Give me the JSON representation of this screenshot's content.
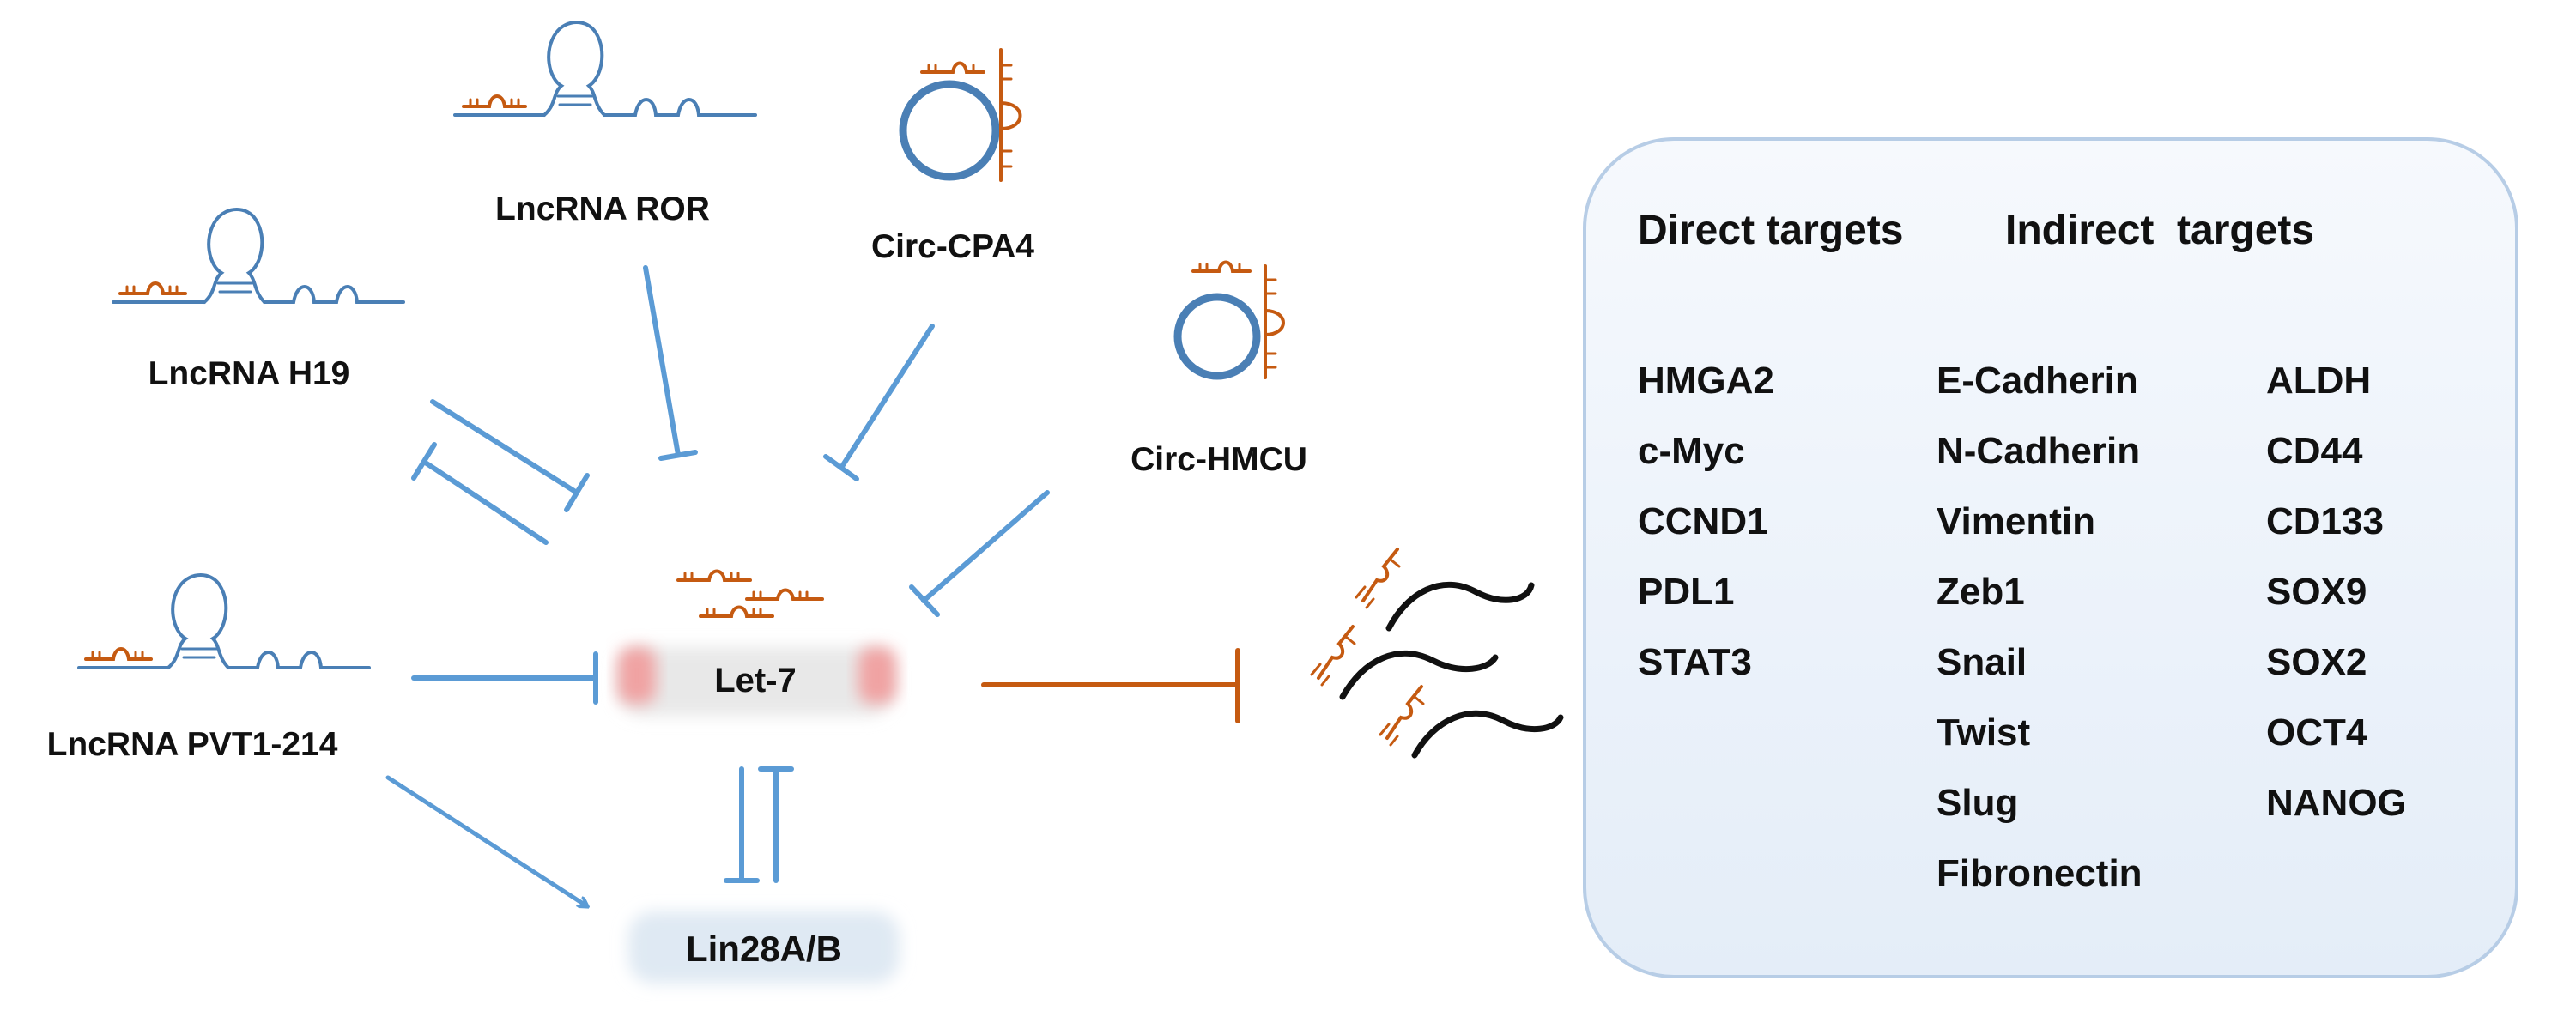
{
  "nodes": {
    "h19": "LncRNA H19",
    "ror": "LncRNA ROR",
    "cpa4": "Circ-CPA4",
    "hmcu": "Circ-HMCU",
    "pvt1": "LncRNA PVT1-214",
    "let7": "Let-7",
    "lin28": "Lin28A/B"
  },
  "targets": {
    "direct_header": "Direct targets",
    "indirect_header": "Indirect  targets",
    "direct": [
      "HMGA2",
      "c-Myc",
      "CCND1",
      "PDL1",
      "STAT3"
    ],
    "indirect_emt": [
      "E-Cadherin",
      "N-Cadherin",
      "Vimentin",
      "Zeb1",
      "Snail",
      "Twist",
      "Slug",
      "Fibronectin"
    ],
    "indirect_stem": [
      "ALDH",
      "CD44",
      "CD133",
      "SOX9",
      "SOX2",
      "OCT4",
      "NANOG"
    ]
  },
  "colors": {
    "blue": "#5b9bd5",
    "rna_blue": "#4a7fb5",
    "orange": "#c55a11",
    "box_fill": "#edf3fa",
    "box_stroke": "#b7cde6"
  }
}
